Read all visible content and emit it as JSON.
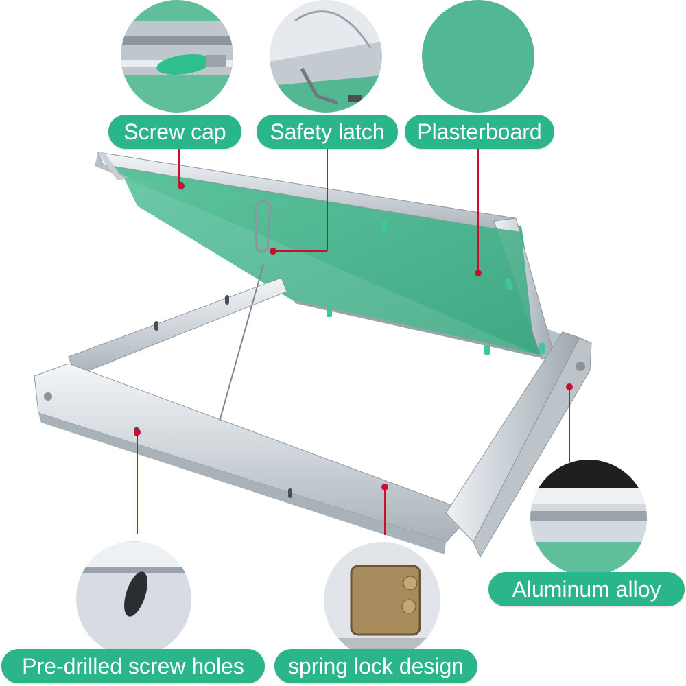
{
  "callouts": {
    "screw_cap": "Screw cap",
    "safety_latch": "Safety latch",
    "plasterboard": "Plasterboard",
    "aluminum_alloy": "Aluminum alloy",
    "pre_drilled_holes": "Pre-drilled screw holes",
    "spring_lock": "spring lock design"
  },
  "colors": {
    "label_green": "#2bb58a",
    "board_green": "#4fb894",
    "leader_red": "#c8102e",
    "aluminum": "#d5dade"
  }
}
